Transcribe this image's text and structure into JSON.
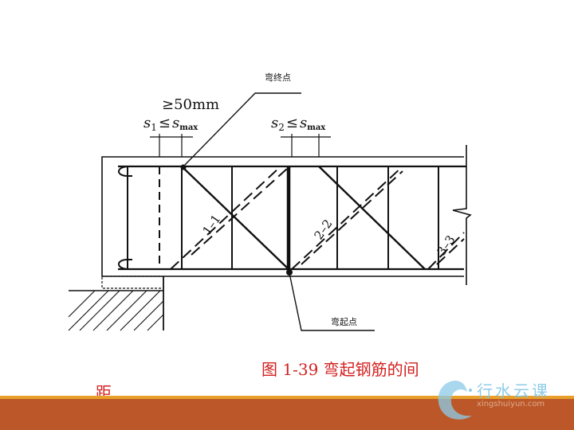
{
  "diagram": {
    "label_bend_end": "弯终点",
    "label_bend_start": "弯起点",
    "label_min_distance": "≥50mm",
    "label_s1": "s",
    "label_s1_sub": "1",
    "label_s2": "s",
    "label_s2_sub": "2",
    "label_le": "≤",
    "label_smax": "s",
    "label_smax_sub": "max",
    "section_1": "1–1",
    "section_2": "2–2",
    "section_3": "3–3"
  },
  "caption": {
    "line1": "图 1-39  弯起钢筋的间",
    "line2": "距"
  },
  "logo": {
    "name": "行水云课",
    "url": "xingshuiyun.com"
  },
  "colors": {
    "caption": "#d42020",
    "band": "#bb5728",
    "band_line": "#e8a02a"
  }
}
